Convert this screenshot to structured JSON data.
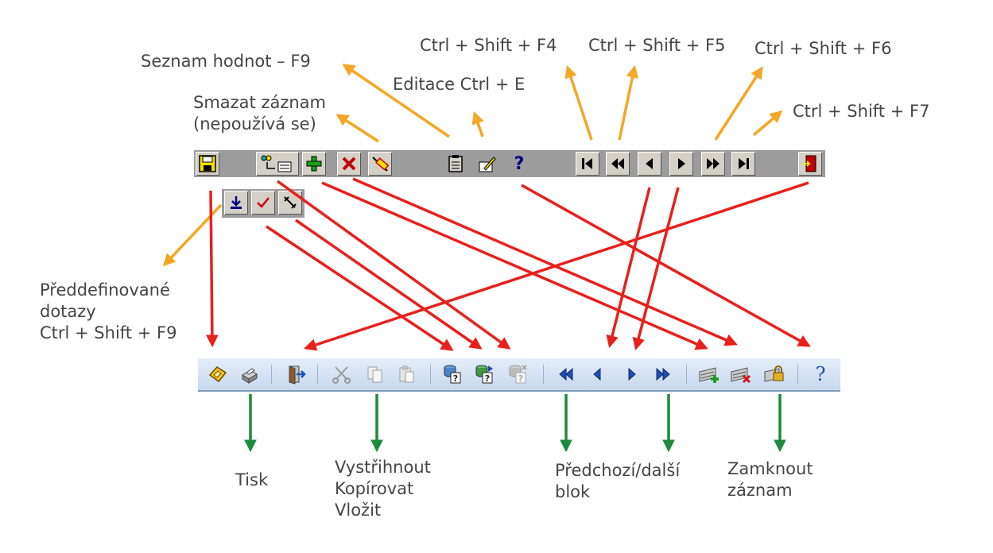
{
  "labels": {
    "seznam": "Seznam hodnot – F9",
    "editace": "Editace Ctrl + E",
    "smazat": [
      "Smazat záznam",
      "(nepoužívá se)"
    ],
    "f4": "Ctrl + Shift + F4",
    "f5": "Ctrl + Shift + F5",
    "f6": "Ctrl + Shift + F6",
    "f7": "Ctrl + Shift + F7",
    "preddef": [
      "Předdefinované",
      "dotazy",
      "Ctrl + Shift + F9"
    ],
    "tisk": "Tisk",
    "clipboard": [
      "Vystřihnout",
      "Kopírovat",
      "Vložit"
    ],
    "blok": [
      "Předchozí/další",
      "blok"
    ],
    "zamknout": [
      "Zamknout",
      "záznam"
    ]
  },
  "old_toolbar": {
    "buttons": [
      "save-icon",
      "list-of-values-icon",
      "insert-record-icon",
      "delete-record-icon",
      "clear-icon",
      "edit-icon",
      "pencil-icon",
      "help-icon",
      "first-record-icon",
      "previous-block-icon",
      "previous-record-icon",
      "next-record-icon",
      "next-block-icon",
      "last-record-icon",
      "exit-icon"
    ],
    "sub_buttons": [
      "enter-query-icon",
      "execute-query-icon",
      "cancel-query-icon"
    ]
  },
  "new_toolbar": {
    "buttons": [
      "save-icon",
      "print-icon",
      "exit-icon",
      "cut-icon",
      "copy-icon",
      "paste-icon",
      "enter-query-icon",
      "execute-query-icon",
      "cancel-query-icon",
      "previous-block-icon",
      "previous-record-icon",
      "next-record-icon",
      "next-block-icon",
      "insert-record-icon",
      "delete-record-icon",
      "lock-record-icon",
      "help-icon"
    ]
  },
  "colors": {
    "orange_arrow": "#f5a623",
    "red_arrow": "#e8201c",
    "green_arrow": "#1e8a3c",
    "nav_blue": "#1f4fb3"
  }
}
